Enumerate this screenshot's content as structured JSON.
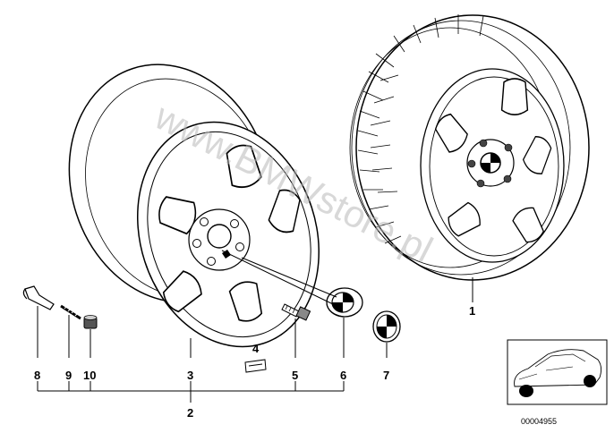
{
  "watermark": "www.BMWstore.pl",
  "reference_number": "00004955",
  "callouts": {
    "c1": "1",
    "c2": "2",
    "c3": "3",
    "c4": "4",
    "c5": "5",
    "c6": "6",
    "c7": "7",
    "c8": "8",
    "c9": "9",
    "c10": "10"
  }
}
